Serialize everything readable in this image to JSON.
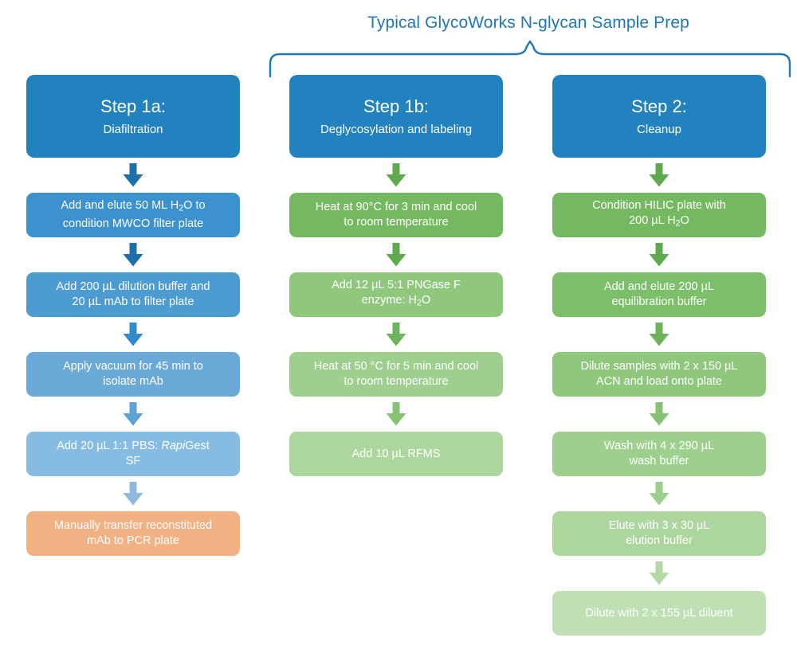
{
  "title": "Typical GlycoWorks N-glycan Sample Prep",
  "colors": {
    "title_blue": "#1F77B4",
    "header_blue": "#2281BF",
    "blue_shades": [
      "#3C92CE",
      "#4C9BD1",
      "#6BAAD8",
      "#86BCE2"
    ],
    "blue_arrows": [
      "#1C6FA8",
      "#2F8BCB",
      "#5AA3D4",
      "#8FB9DC"
    ],
    "green_shades": [
      "#74B961",
      "#7DBE6B",
      "#8FC87D",
      "#9ECF8E",
      "#ADD69E",
      "#BFDFB4"
    ],
    "green_arrows": [
      "#5FA94E",
      "#6DB35C",
      "#85C274",
      "#9CCE8C",
      "#B3DAA5",
      "#C6E2BB"
    ],
    "orange": "#F2B183",
    "white": "#FFFFFF"
  },
  "columns": [
    {
      "id": "step-1a",
      "header": {
        "step": "Step 1a:",
        "subtitle": "Diafiltration"
      },
      "steps": [
        {
          "lines": [
            "Add and elute 50 ML H2O to",
            "condition MWCO filter plate"
          ],
          "color": "#3C92CE",
          "arrow": "#1C6FA8"
        },
        {
          "lines": [
            "Add 200 µL dilution buffer and",
            "20 µL mAb to filter plate"
          ],
          "color": "#4C9BD1",
          "arrow": "#2F8BCB"
        },
        {
          "lines": [
            "Apply vacuum for 45 min to",
            "isolate mAb"
          ],
          "color": "#6BAAD8",
          "arrow": "#5AA3D4"
        },
        {
          "lines": [
            "Add 20 µL 1:1 PBS: RapiGest",
            "SF"
          ],
          "color": "#86BCE2",
          "arrow": "#8FB9DC"
        },
        {
          "lines": [
            "Manually transfer reconstituted",
            "mAb to PCR plate"
          ],
          "color": "#F2B183",
          "arrow": null
        }
      ]
    },
    {
      "id": "step-1b",
      "header": {
        "step": "Step 1b:",
        "subtitle": "Deglycosylation and labeling"
      },
      "steps": [
        {
          "lines": [
            "Heat at 90°C for 3 min and cool",
            "to room temperature"
          ],
          "color": "#74B961",
          "arrow": "#5FA94E"
        },
        {
          "lines": [
            "Add 12 µL 5:1 PNGase F",
            "enzyme: H2O"
          ],
          "color": "#8FC87D",
          "arrow": "#6DB35C"
        },
        {
          "lines": [
            "Heat at 50 °C for 5 min and cool",
            "to room temperature"
          ],
          "color": "#9ECF8E",
          "arrow": "#85C274"
        },
        {
          "lines": [
            "Add 10 µL RFMS"
          ],
          "color": "#ADD69E",
          "arrow": "#9CCE8C"
        }
      ]
    },
    {
      "id": "step-2",
      "header": {
        "step": "Step 2:",
        "subtitle": "Cleanup"
      },
      "steps": [
        {
          "lines": [
            "Condition HILIC plate with",
            "200 µL H2O"
          ],
          "color": "#74B961",
          "arrow": "#5FA94E"
        },
        {
          "lines": [
            "Add and elute 200 µL",
            "equilibration buffer"
          ],
          "color": "#7DBE6B",
          "arrow": "#6DB35C"
        },
        {
          "lines": [
            "Dilute samples with 2 x 150 µL",
            "ACN and load onto plate"
          ],
          "color": "#8FC87D",
          "arrow": "#85C274"
        },
        {
          "lines": [
            "Wash with 4 x 290 µL",
            "wash buffer"
          ],
          "color": "#9ECF8E",
          "arrow": "#9CCE8C"
        },
        {
          "lines": [
            "Elute with 3 x 30 µL",
            "elution buffer"
          ],
          "color": "#ADD69E",
          "arrow": "#B3DAA5"
        },
        {
          "lines": [
            "Dilute with 2 x 155 µL diluent"
          ],
          "color": "#BFDFB4",
          "arrow": null
        }
      ]
    }
  ]
}
